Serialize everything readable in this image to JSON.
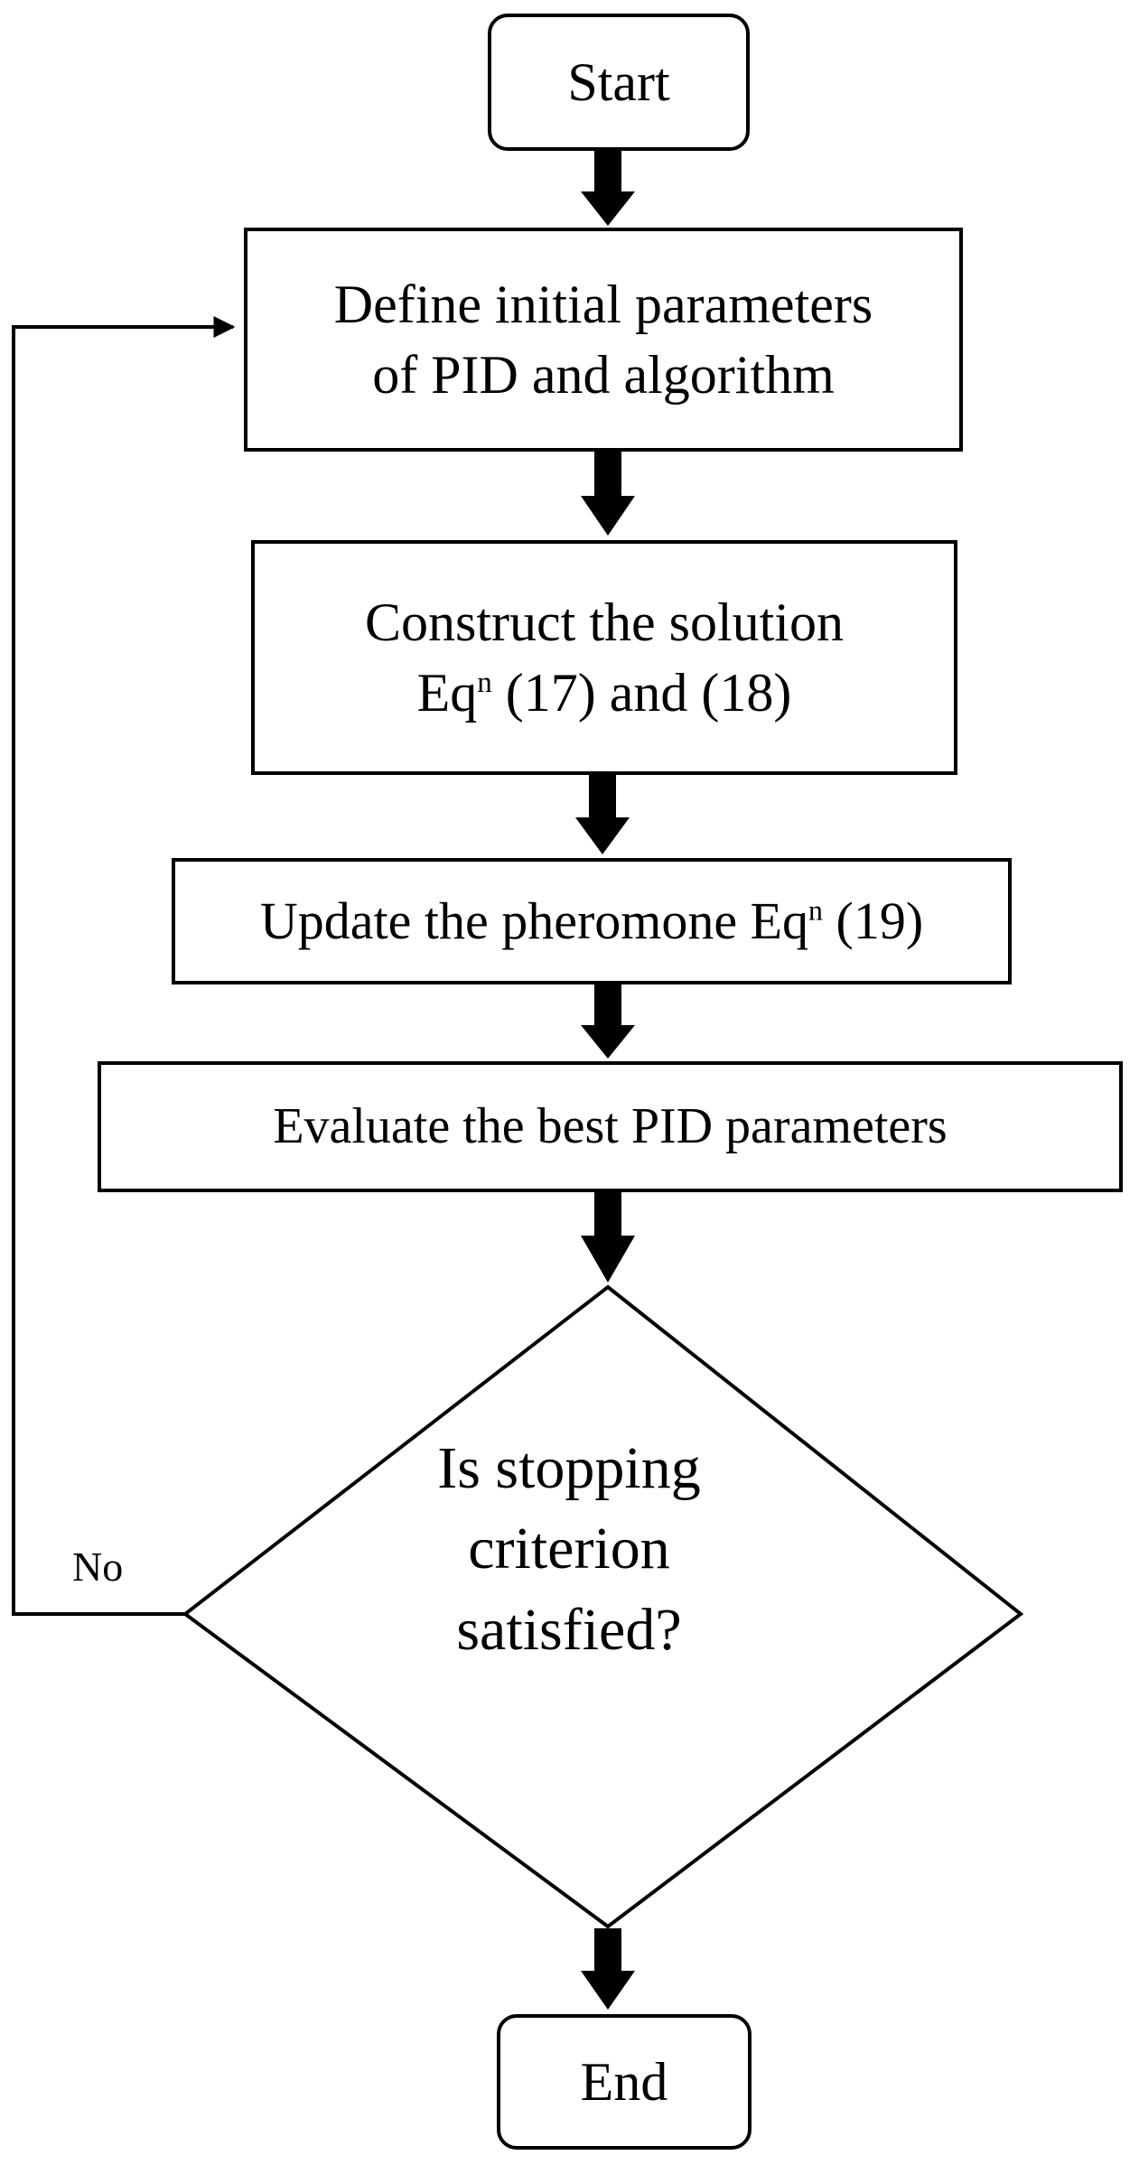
{
  "flowchart": {
    "start": "Start",
    "define": {
      "line1": "Define initial parameters",
      "line2": "of PID and algorithm"
    },
    "construct": {
      "line1": "Construct the solution",
      "line2_pre": "Eq",
      "line2_sup": "n",
      "line2_post": " (17)  and (18)"
    },
    "update": {
      "pre": "Update the pheromone Eq",
      "sup": "n",
      "post": " (19)"
    },
    "evaluate": "Evaluate the best PID parameters",
    "decision": {
      "line1": "Is stopping",
      "line2": "criterion",
      "line3": "satisfied?"
    },
    "no_label": "No",
    "end": "End"
  }
}
